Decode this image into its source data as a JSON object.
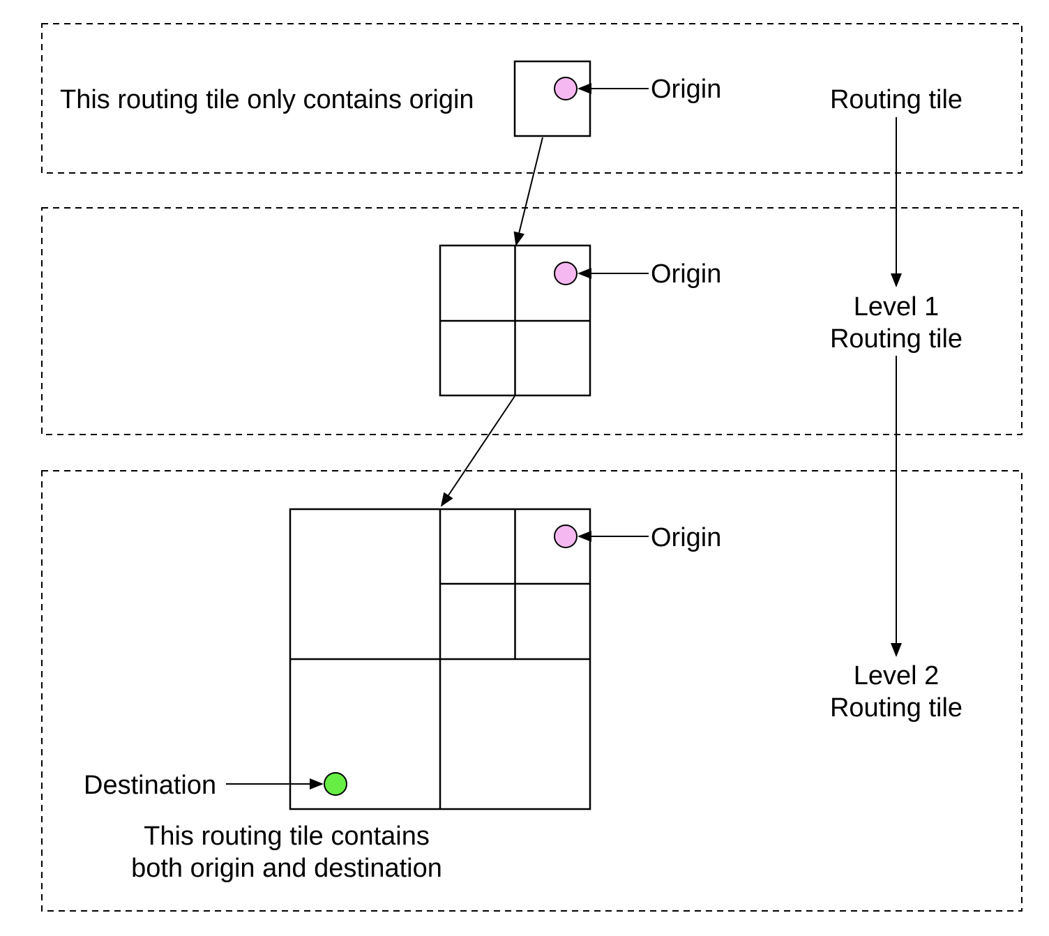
{
  "diagram": {
    "top_panel": {
      "description": "This routing tile only contains origin",
      "origin_label": "Origin",
      "level_label": "Routing tile"
    },
    "middle_panel": {
      "origin_label": "Origin",
      "level_label_line1": "Level 1",
      "level_label_line2": "Routing tile"
    },
    "bottom_panel": {
      "origin_label": "Origin",
      "destination_label": "Destination",
      "level_label_line1": "Level 2",
      "level_label_line2": "Routing tile",
      "description_line1": "This routing tile contains",
      "description_line2": "both origin and destination"
    }
  },
  "colors": {
    "origin_fill": "#f5b8f0",
    "destination_fill": "#66ee44",
    "stroke": "#000000",
    "background": "#ffffff"
  }
}
